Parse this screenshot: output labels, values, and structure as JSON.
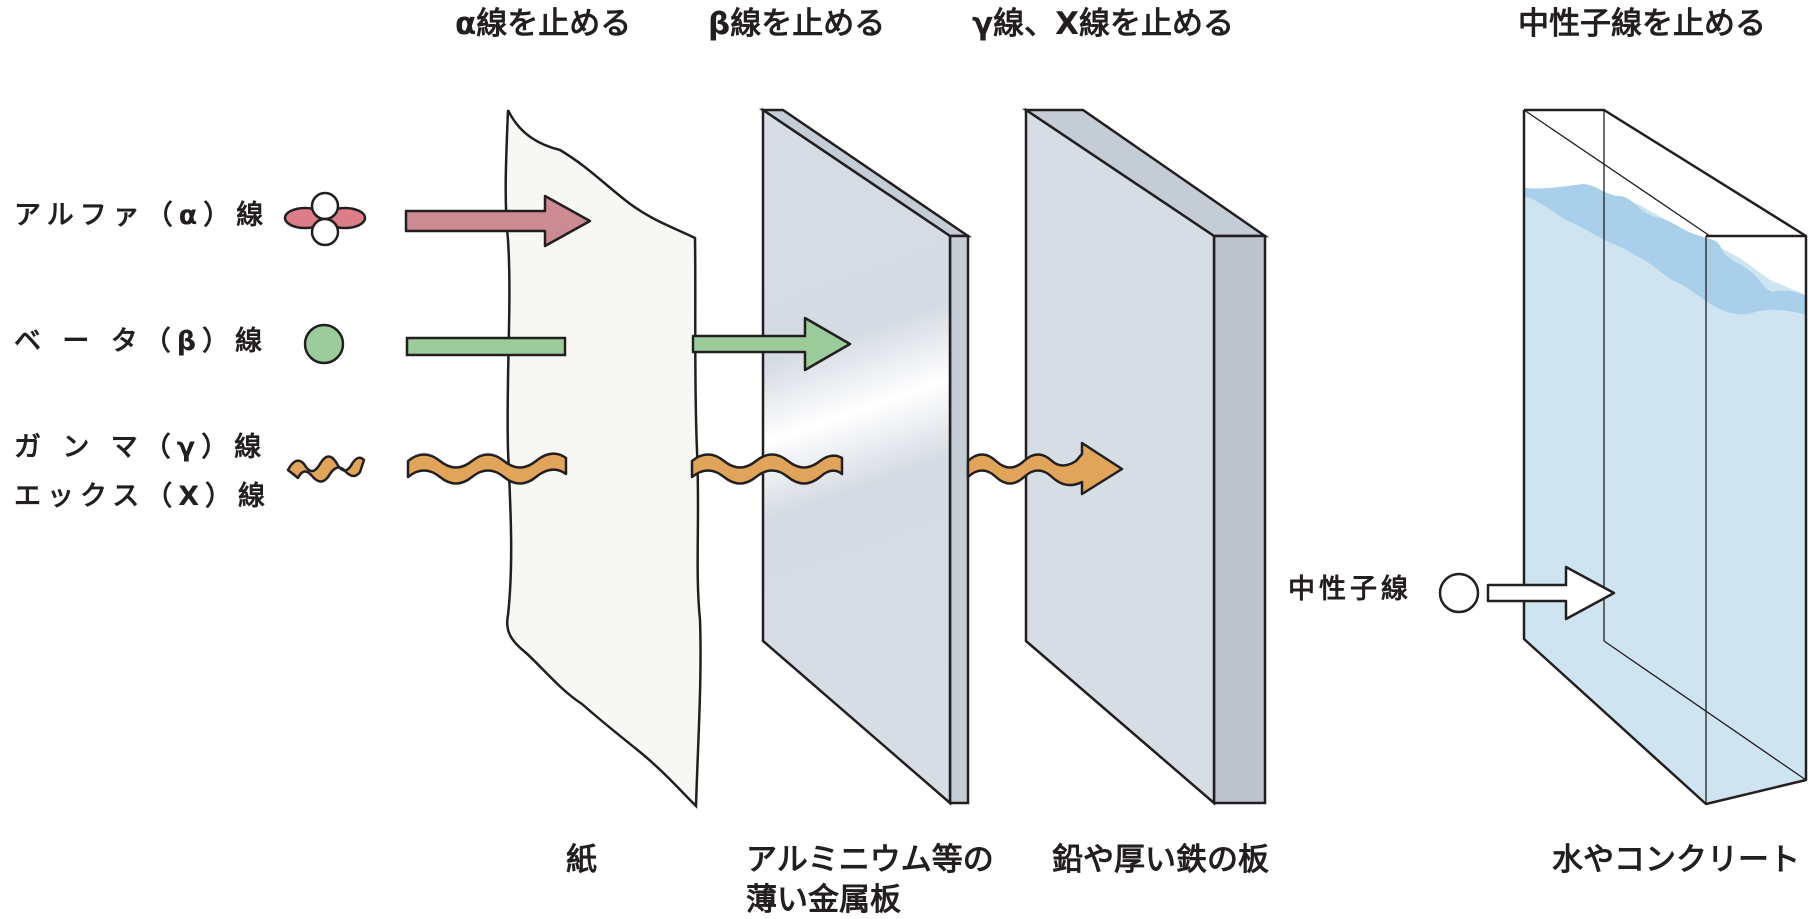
{
  "headings": {
    "alpha_stop": "α線を止める",
    "beta_stop": "β線を止める",
    "gamma_stop": "γ線、X線を止める",
    "neutron_stop": "中性子線を止める"
  },
  "radiation": {
    "alpha": "アルファ（α）線",
    "beta": "ベ ー タ（β）線",
    "gamma": "ガ ン マ（γ）線",
    "xray": "エックス（X）線",
    "neutron": "中性子線"
  },
  "materials": {
    "paper": "紙",
    "aluminum_line1": "アルミニウム等の",
    "aluminum_line2": "薄い金属板",
    "lead_iron": "鉛や厚い鉄の板",
    "water_concrete": "水やコンクリート"
  },
  "colors": {
    "alpha": "#cc8a92",
    "beta": "#9ccb9c",
    "gamma": "#e0a55a",
    "paper": "#f7f8f4",
    "metal": "#d7dde5",
    "metal_side": "#bcc3cd",
    "water": "#cfe4f1",
    "water_surface": "#a9cfea",
    "outline": "#231f20"
  }
}
